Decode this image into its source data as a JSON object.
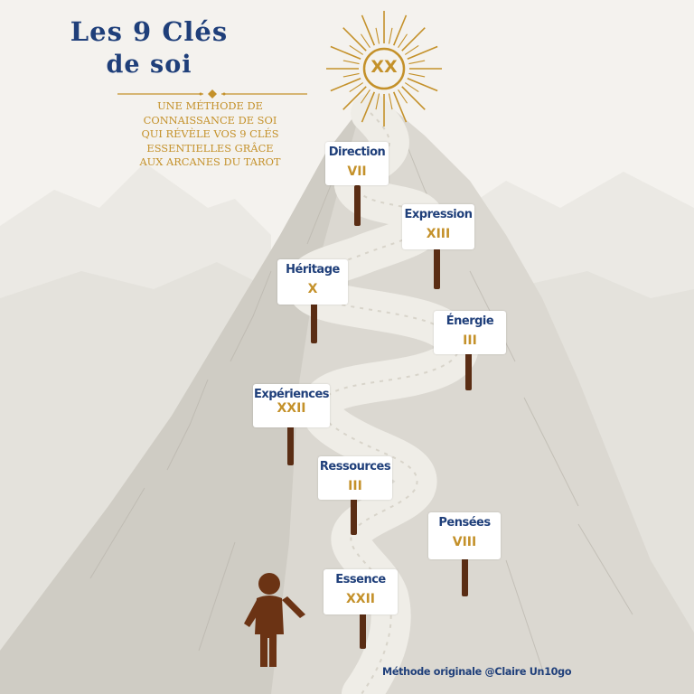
{
  "title": {
    "line1": "Les 9 Clés",
    "line2": "de soi"
  },
  "subtitle": {
    "lines": [
      "Une méthode de",
      "connaissance de soi",
      "qui révèle vos 9 clés",
      "essentielles  grâce",
      "aux arcanes du Tarot"
    ]
  },
  "summit": {
    "arcane": "XX"
  },
  "signs": [
    {
      "label": "Direction",
      "arcane": "VII"
    },
    {
      "label": "Expression",
      "arcane": "XIII"
    },
    {
      "label": "Héritage",
      "arcane": "X"
    },
    {
      "label": "Énergie",
      "arcane": "III"
    },
    {
      "label": "Expériences",
      "arcane": "XXII"
    },
    {
      "label": "Ressources",
      "arcane": "III"
    },
    {
      "label": "Pensées",
      "arcane": "VIII"
    },
    {
      "label": "Essence",
      "arcane": "XXII"
    }
  ],
  "credit": "Méthode originale @Claire Un10go",
  "icons": [
    "sun-icon",
    "divider-diamond-icon",
    "hiker-icon"
  ],
  "colors": {
    "navy": "#1f3f7a",
    "gold": "#c4912a",
    "post_brown": "#5a2d14",
    "figure_brown": "#6b3314"
  }
}
